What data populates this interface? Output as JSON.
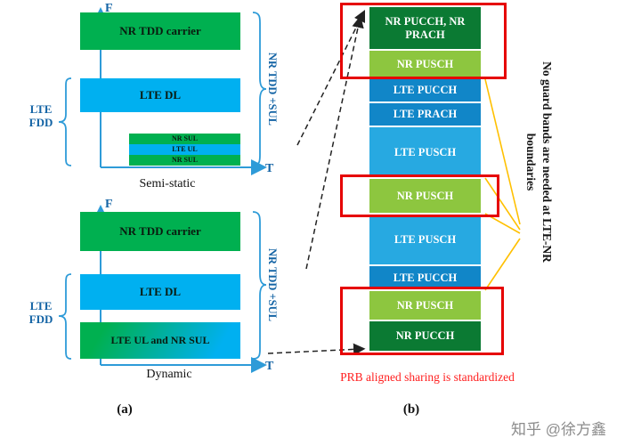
{
  "colors": {
    "green": "#00B050",
    "light_blue": "#00B0F0",
    "dark_green": "#0B7A33",
    "light_green": "#8DC63F",
    "mid_blue": "#1186C8",
    "cyan_blue": "#27A9E1",
    "axis_blue": "#2E9BD8",
    "label_blue": "#1464A5",
    "highlight_red": "#E60000",
    "callout_yellow": "#FFC000",
    "note_red": "#FF1F1F"
  },
  "panel_a": {
    "label": "(a)",
    "semi_static": {
      "caption": "Semi-static",
      "f_axis_label": "F",
      "t_axis_label": "T",
      "carrier_label": "NR TDD carrier",
      "lte_dl_label": "LTE DL",
      "bands": [
        {
          "label": "NR SUL"
        },
        {
          "label": "LTE UL"
        },
        {
          "label": "NR SUL"
        }
      ],
      "left_brace_label": "LTE FDD",
      "right_brace_label": "NR TDD +SUL"
    },
    "dynamic": {
      "caption": "Dynamic",
      "f_axis_label": "F",
      "t_axis_label": "T",
      "carrier_label": "NR TDD carrier",
      "lte_dl_label": "LTE DL",
      "shared_label": "LTE UL and NR SUL",
      "left_brace_label": "LTE FDD",
      "right_brace_label": "NR TDD +SUL"
    }
  },
  "panel_b": {
    "label": "(b)",
    "blocks": [
      {
        "label": "NR PUCCH, NR PRACH",
        "type": "nr-dark"
      },
      {
        "label": "NR PUSCH",
        "type": "nr-light"
      },
      {
        "label": "LTE PUCCH",
        "type": "lte-mid"
      },
      {
        "label": "LTE PRACH",
        "type": "lte-mid"
      },
      {
        "label": "LTE PUSCH",
        "type": "lte-light"
      },
      {
        "label": "NR PUSCH",
        "type": "nr-light"
      },
      {
        "label": "LTE PUSCH",
        "type": "lte-light"
      },
      {
        "label": "LTE PUCCH",
        "type": "lte-mid"
      },
      {
        "label": "NR PUSCH",
        "type": "nr-light"
      },
      {
        "label": "NR PUCCH",
        "type": "nr-dark"
      }
    ],
    "side_note": "No guard bands are needed at LTE-NR boundaries",
    "bottom_note": "PRB aligned sharing is standardized"
  },
  "watermark": "知乎 @徐方鑫"
}
